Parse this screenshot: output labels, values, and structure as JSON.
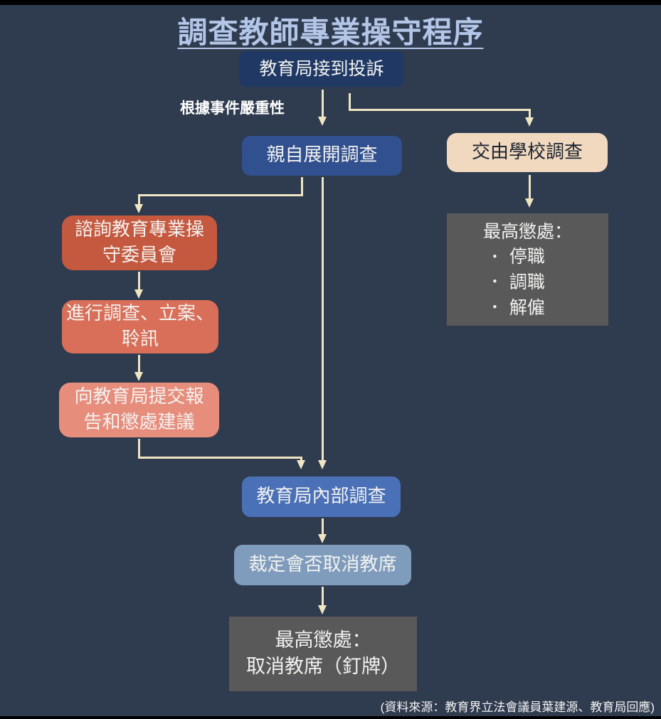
{
  "colors": {
    "bg": "#2f3b4e",
    "bar": "#000000",
    "title": "#b3c6e7",
    "arrow": "#efe5c2",
    "box-start": "#1f3864",
    "box-self": "#31508f",
    "box-school": "#f0d9be",
    "box-school-text": "#1c2433",
    "box-consult": "#c5593f",
    "box-proceed": "#d96f58",
    "box-report": "#e78d7c",
    "box-gray": "#595959",
    "box-internal": "#4a70b7",
    "box-ruling": "#7f9cbd",
    "text-light": "#f2f2f0"
  },
  "title": "調查教師專業操守程序",
  "branch_label": "根據事件嚴重性",
  "nodes": {
    "start": "教育局接到投訴",
    "self_investigate": "親自展開調查",
    "school_investigate": "交由學校調查",
    "consult": {
      "lines": [
        "諮詢教育專業操",
        "守委員會"
      ]
    },
    "proceed": {
      "lines": [
        "進行調查、立案、",
        "聆訊"
      ]
    },
    "report": {
      "lines": [
        "向教育局提交報",
        "告和懲處建議"
      ]
    },
    "school_penalty": {
      "heading": "最高懲處：",
      "bullet": "•",
      "items": [
        "停職",
        "調職",
        "解僱"
      ]
    },
    "internal": "教育局內部調查",
    "ruling": "裁定會否取消教席",
    "final_penalty": {
      "lines": [
        "最高懲處：",
        "取消教席（釘牌）"
      ]
    }
  },
  "source_note": "(資料來源：教育界立法會議員葉建源、教育局回應)"
}
